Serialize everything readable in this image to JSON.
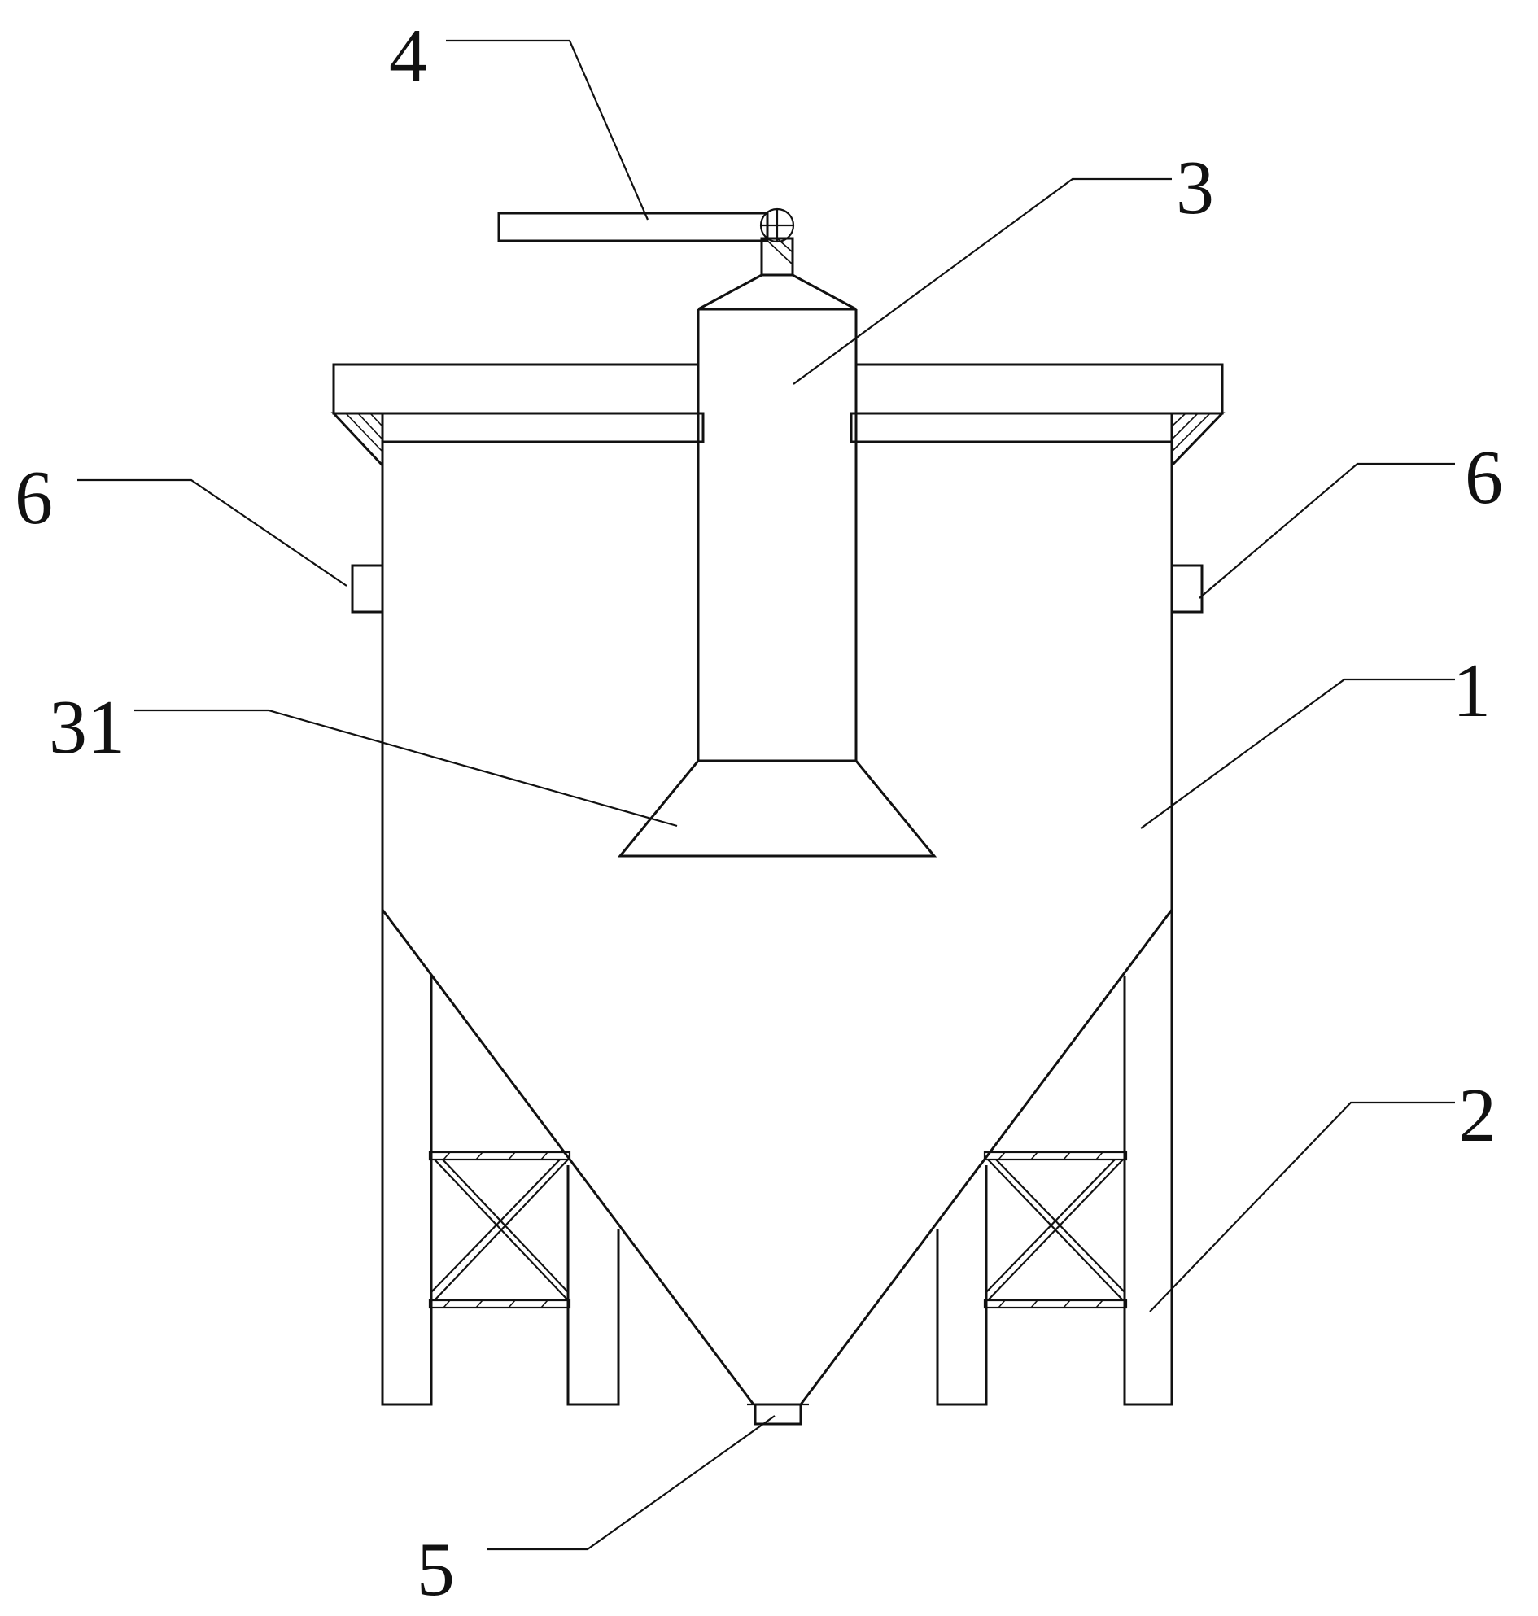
{
  "labels": {
    "l1": "1",
    "l2": "2",
    "l3": "3",
    "l31": "31",
    "l4": "4",
    "l5": "5",
    "l6_left": "6",
    "l6_right": "6"
  },
  "colors": {
    "line": "#111111",
    "background": "#ffffff"
  }
}
